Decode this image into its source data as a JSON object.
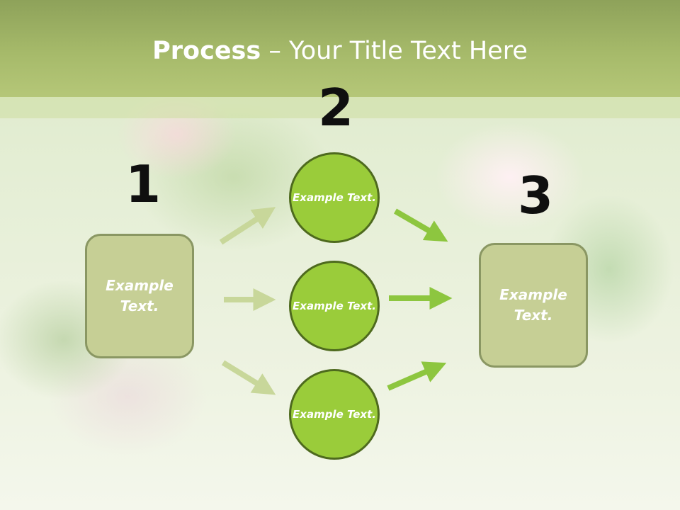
{
  "title": {
    "bold": "Process",
    "rest": " – Your Title Text Here"
  },
  "steps": [
    {
      "number": "1",
      "label": "Example Text."
    },
    {
      "number": "2",
      "items": [
        "Example Text.",
        "Example Text.",
        "Example Text."
      ]
    },
    {
      "number": "3",
      "label": "Example Text."
    }
  ],
  "colors": {
    "title_bar": "#a6ba6a",
    "box_fill": "#c6cf95",
    "box_border": "#8a9763",
    "circle_fill": "#9acc3a",
    "circle_border": "#4e6a1e",
    "arrow_faded": "#c8d79a",
    "arrow_bright": "#8dc63f"
  }
}
